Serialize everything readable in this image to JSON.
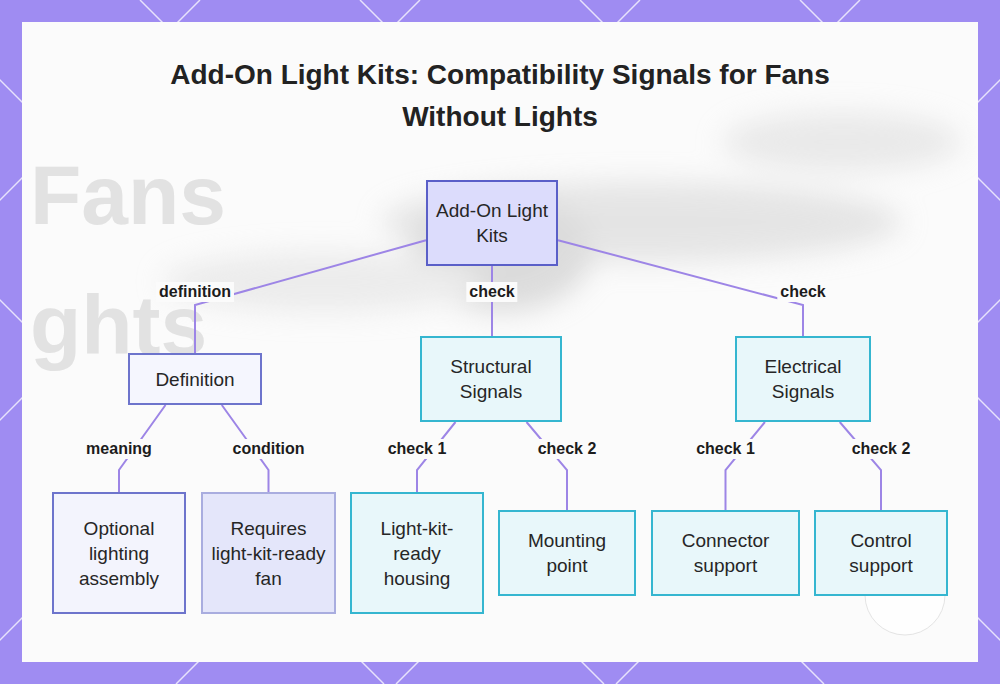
{
  "diagram": {
    "title": "Add-On Light Kits: Compatibility Signals for Fans Without Lights",
    "nodes": [
      {
        "text": [
          "Add-On Light Kits"
        ]
      },
      {
        "text": [
          "Definition"
        ]
      },
      {
        "text": [
          "Structural Signals"
        ]
      },
      {
        "text": [
          "Electrical Signals"
        ]
      },
      {
        "text": [
          "Optional lighting assembly"
        ]
      },
      {
        "text": [
          "Requires light-kit-ready fan"
        ]
      },
      {
        "text": [
          "Light-kit-ready housing"
        ]
      },
      {
        "text": [
          "Mounting point"
        ]
      },
      {
        "text": [
          "Connector support"
        ]
      },
      {
        "text": [
          "Control support"
        ]
      }
    ],
    "edges": [
      {
        "from": 0,
        "to": 1,
        "arrow": "none",
        "label": "definition"
      },
      {
        "from": 0,
        "to": 2,
        "arrow": "none",
        "label": "check"
      },
      {
        "from": 0,
        "to": 3,
        "arrow": "none",
        "label": "check"
      },
      {
        "from": 1,
        "to": 4,
        "arrow": "none",
        "label": "meaning"
      },
      {
        "from": 1,
        "to": 5,
        "arrow": "none",
        "label": "condition"
      },
      {
        "from": 2,
        "to": 6,
        "arrow": "none",
        "label": "check 1"
      },
      {
        "from": 2,
        "to": 7,
        "arrow": "none",
        "label": "check 2"
      },
      {
        "from": 3,
        "to": 8,
        "arrow": "none",
        "label": "check 1"
      },
      {
        "from": 3,
        "to": 9,
        "arrow": "none",
        "label": "check 2"
      }
    ],
    "labels": [
      "Fans",
      "ghts"
    ]
  }
}
